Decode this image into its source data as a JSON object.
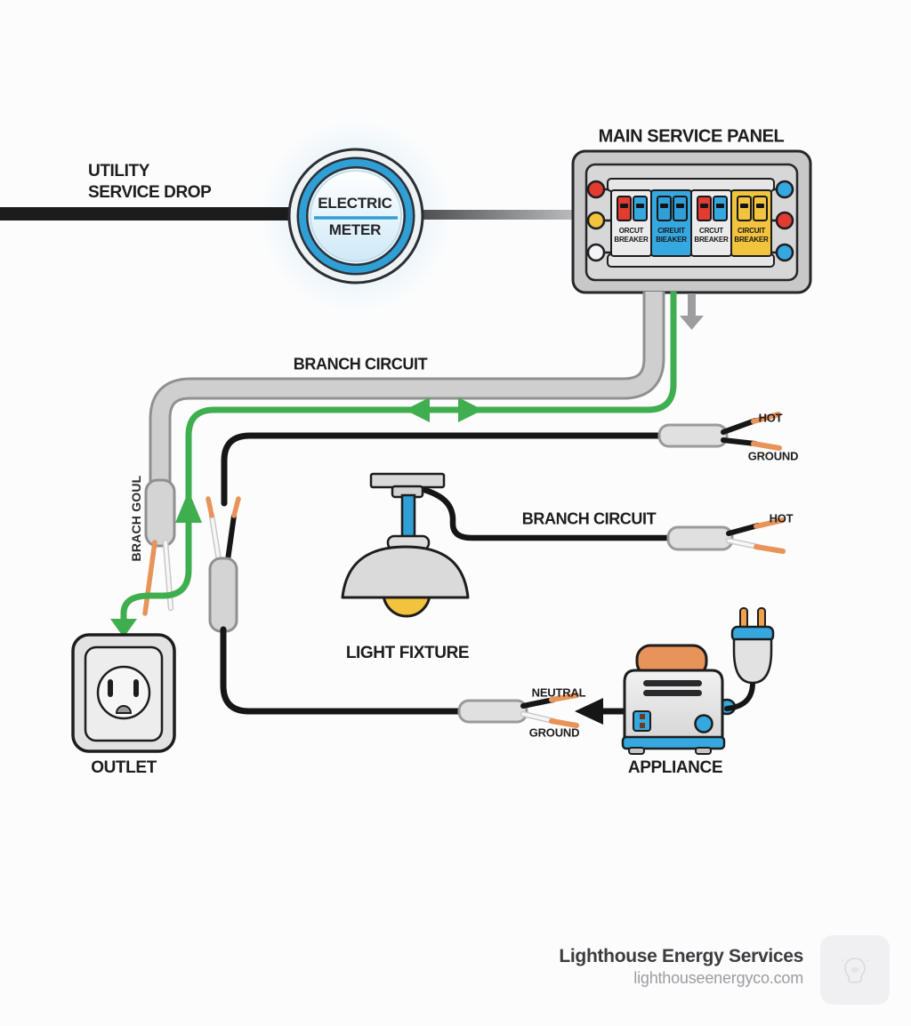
{
  "labels": {
    "utility_line1": "UTILITY",
    "utility_line2": "SERVICE DROP",
    "branch_circuit_top": "BRANCH CIRCUIT",
    "branch_circuit_mid": "BRANCH CIRCUIT",
    "light_fixture": "LIGHT FIXTURE",
    "outlet": "OUTLET",
    "appliance": "APPLIANCE",
    "ground_cable_side": "BRACH GOUL"
  },
  "meter": {
    "line1": "ELECTRIC",
    "line2": "METER"
  },
  "panel": {
    "title": "MAIN SERVICE PANEL",
    "breakers": [
      {
        "line1": "ORCUT",
        "line2": "BREAKER",
        "section_color": "#ebebeb",
        "sw1": "#e23b30",
        "sw2": "#35a8e0"
      },
      {
        "line1": "CIREUIT",
        "line2": "BIEAKER",
        "section_color": "#35a8e0",
        "sw1": "#2f9fd6",
        "sw2": "#2f9fd6"
      },
      {
        "line1": "CRCUT",
        "line2": "BREAKER",
        "section_color": "#ebebeb",
        "sw1": "#e23b30",
        "sw2": "#35a8e0"
      },
      {
        "line1": "CIRCUIT",
        "line2": "BREAKER",
        "section_color": "#f2c33d",
        "sw1": "#f2c33d",
        "sw2": "#f2c33d"
      }
    ],
    "left_lights": [
      "#e23b30",
      "#f2c33d",
      "#f5f5f5"
    ],
    "right_lights": [
      "#35a8e0",
      "#e23b30",
      "#35a8e0"
    ]
  },
  "wire_labels": {
    "branch1_hot": "HOT",
    "branch1_ground": "GROUND",
    "branch2_hot": "HOT",
    "appliance_neutral": "NEUTRAL",
    "appliance_ground": "GROUND"
  },
  "footer": {
    "company": "Lighthouse Energy Services",
    "website": "lighthouseenergyco.com"
  },
  "colors": {
    "green_wire": "#3fae4f",
    "blue_accent": "#35a8e0",
    "yellow_accent": "#f2c33d",
    "red_accent": "#e23b30",
    "copper_tip": "#e8935a",
    "wire_black": "#161616",
    "meter_ring": "#2f9fd6",
    "toast_orange": "#e8935a"
  }
}
